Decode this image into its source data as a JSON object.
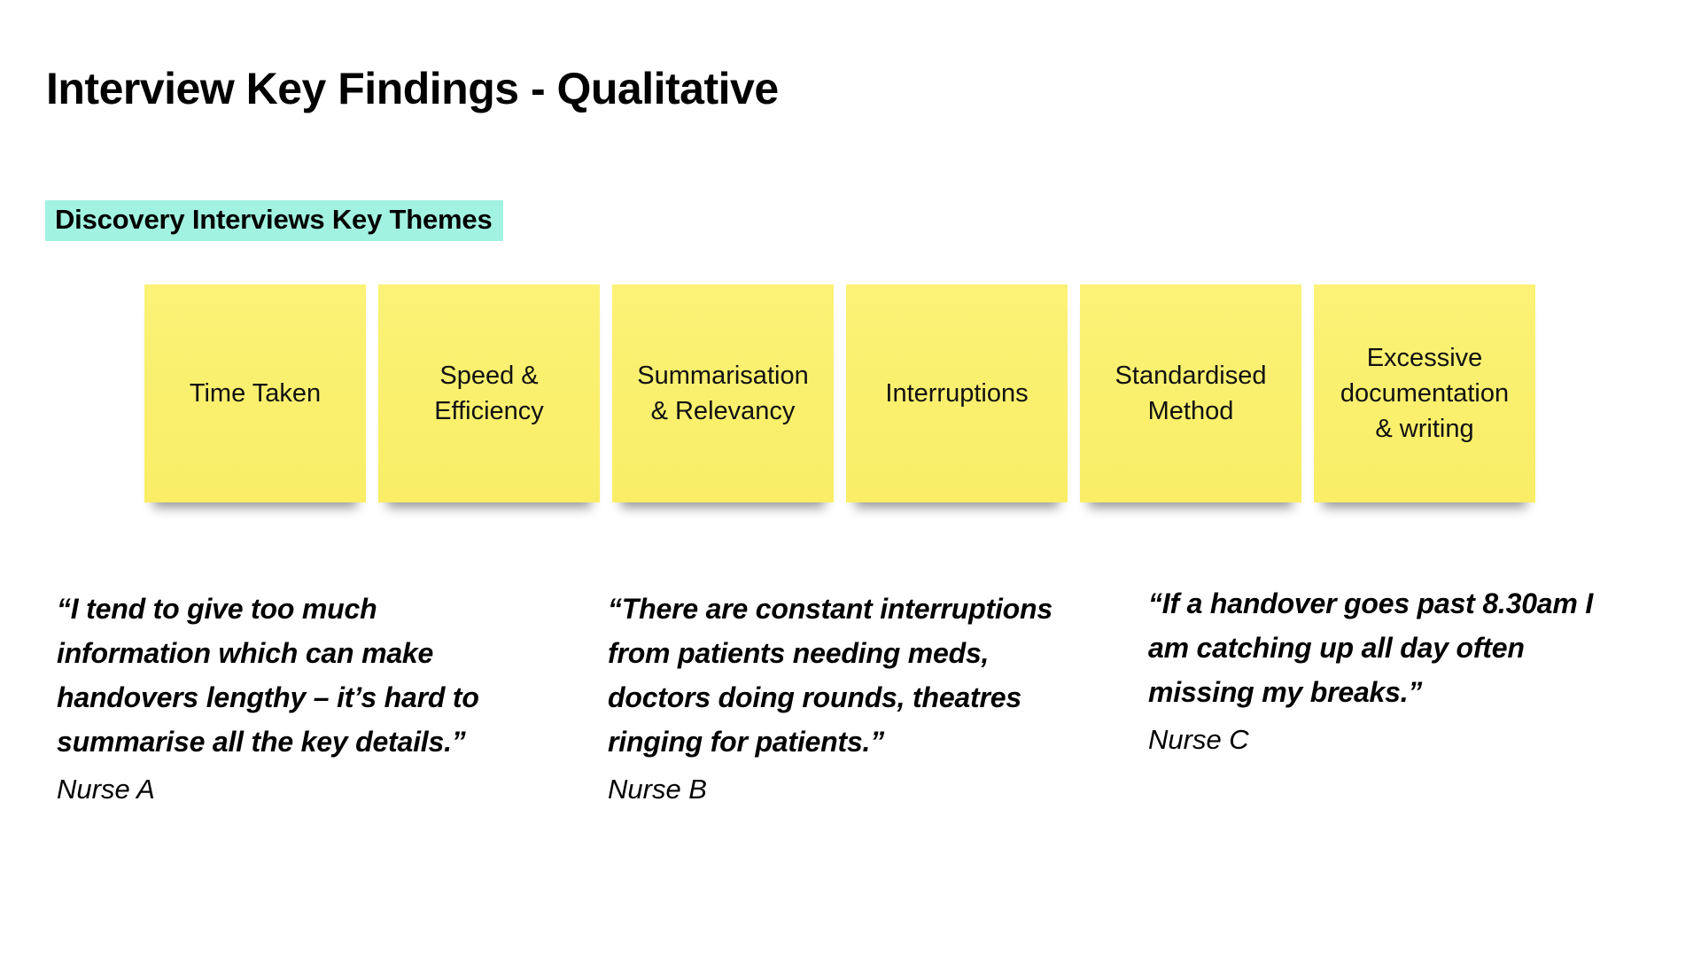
{
  "page": {
    "title": "Interview Key Findings - Qualitative",
    "section_heading": "Discovery Interviews Key Themes"
  },
  "colors": {
    "note_yellow": "#FAF06E",
    "heading_highlight_teal": "#A2F2E1",
    "text_black": "#000000"
  },
  "theme_notes": {
    "items": [
      {
        "label": "Time Taken"
      },
      {
        "label": "Speed &\nEfficiency"
      },
      {
        "label": "Summarisation\n& Relevancy"
      },
      {
        "label": "Interruptions"
      },
      {
        "label": "Standardised\nMethod"
      },
      {
        "label": "Excessive\ndocumentation\n& writing"
      }
    ]
  },
  "quotes": {
    "items": [
      {
        "text": "“I tend to give too much\ninformation which can make\nhandovers lengthy – it’s hard to\nsummarise all the key details.”",
        "attribution": "Nurse A"
      },
      {
        "text": "“There are constant interruptions\nfrom patients needing meds,\ndoctors doing rounds, theatres\nringing for patients.”",
        "attribution": "Nurse B"
      },
      {
        "text": "“If a handover goes past 8.30am I\nam catching up all day often\nmissing my breaks.”",
        "attribution": "Nurse C"
      }
    ]
  }
}
